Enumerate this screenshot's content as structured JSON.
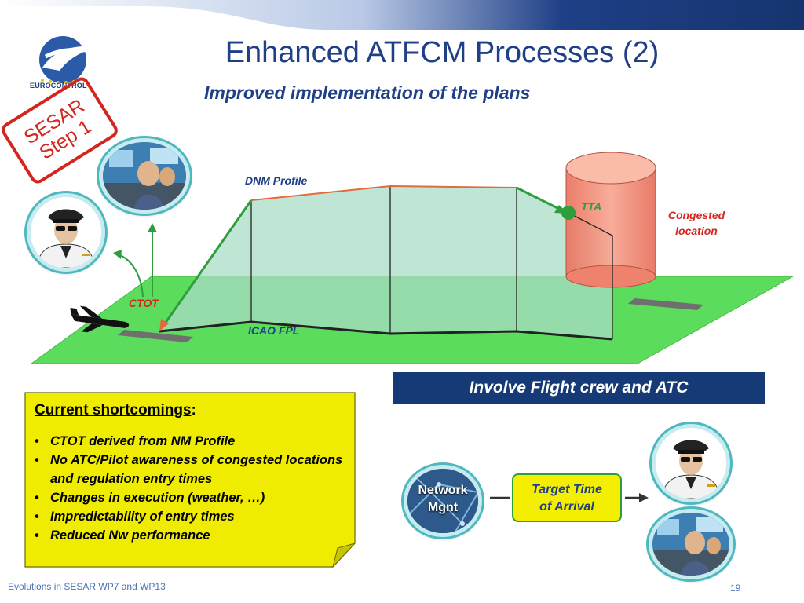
{
  "header": {
    "title": "Enhanced ATFCM Processes (2)",
    "subtitle": "Improved implementation of the plans",
    "logo_text": "EUROCONTROL",
    "stamp_line1": "SESAR",
    "stamp_line2": "Step 1"
  },
  "diagram": {
    "dnm_profile_label": "DNM Profile",
    "tta_label": "TTA",
    "congested_line1": "Congested",
    "congested_line2": "location",
    "ctot_label": "CTOT",
    "icao_fpl_label": "ICAO FPL"
  },
  "involve_banner": "Involve Flight crew and ATC",
  "shortcomings": {
    "heading": "Current shortcomings",
    "heading_suffix": ":",
    "items": [
      " CTOT derived from NM Profile",
      " No ATC/Pilot awareness of congested locations and regulation entry times",
      "Changes in execution (weather, …)",
      "Impredictability of entry times",
      "Reduced Nw performance"
    ]
  },
  "flow": {
    "network_line1": "Network",
    "network_line2": "Mgnt",
    "target_line1": "Target Time",
    "target_line2": "of Arrival"
  },
  "footer": {
    "left": "Evolutions in SESAR WP7 and WP13",
    "page": "19"
  },
  "colors": {
    "brand_blue": "#1f3f86",
    "banner_navy": "#163a76",
    "ground_green": "#5cdc5c",
    "cylinder_salmon": "#f4907a",
    "sticky_yellow": "#f0ec00",
    "alert_red": "#d3261f",
    "profile_green": "#2e9e3c"
  },
  "icons": [
    "eurocontrol-logo-icon",
    "pilot-icon",
    "atc-controller-icon",
    "aircraft-icon",
    "network-icon"
  ]
}
